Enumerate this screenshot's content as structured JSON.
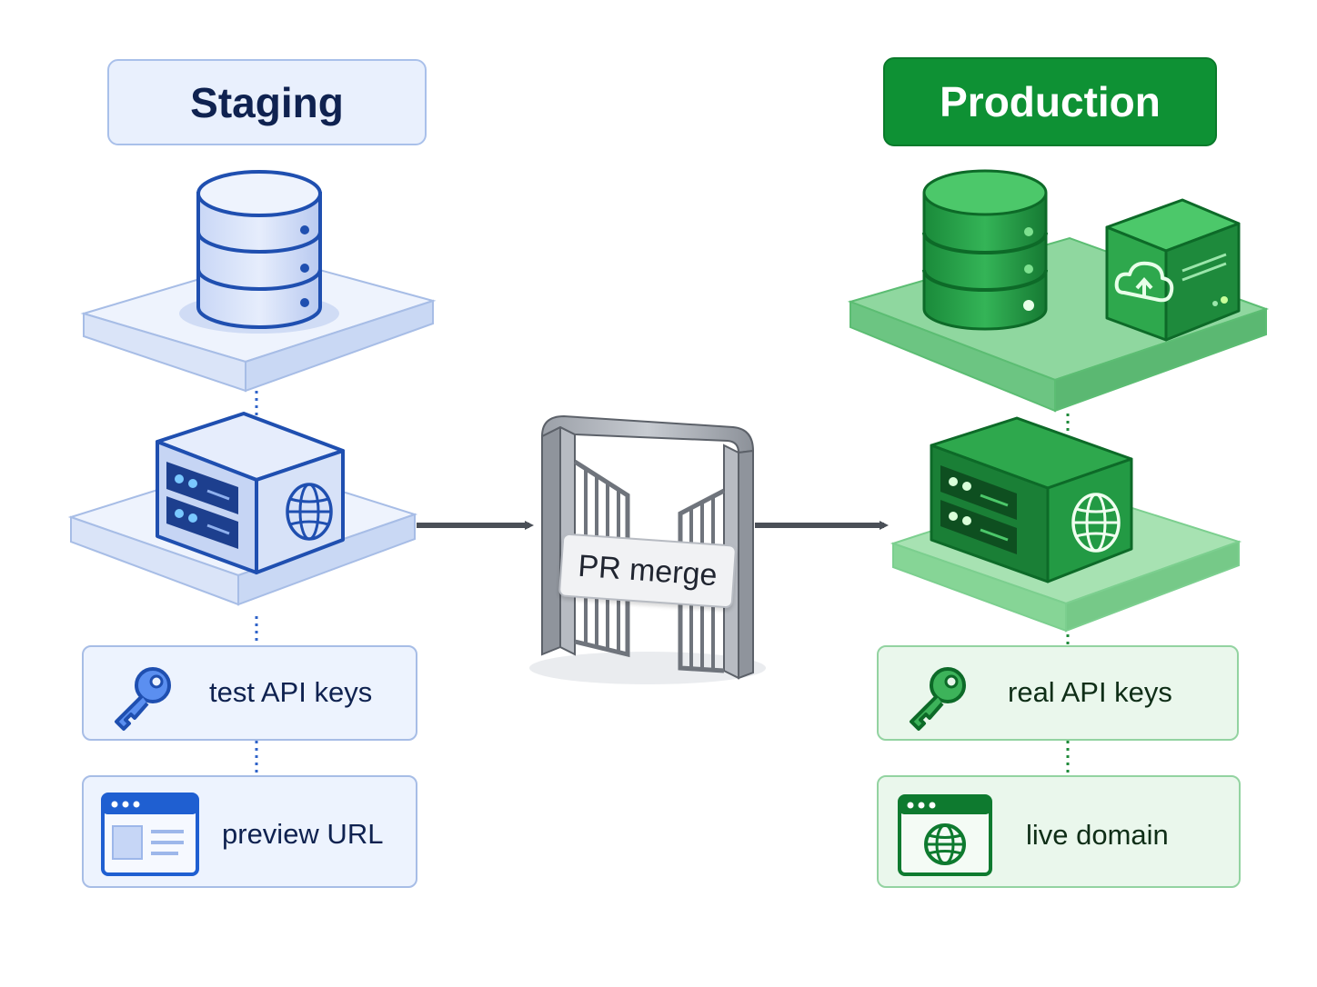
{
  "staging": {
    "title": "Staging",
    "api_keys_label": "test API keys",
    "url_label": "preview URL"
  },
  "production": {
    "title": "Production",
    "api_keys_label": "real API keys",
    "url_label": "live domain"
  },
  "gate": {
    "label": "PR merge"
  },
  "colors": {
    "staging_blue": "#2f63c9",
    "staging_light": "#e9f0fd",
    "production_green": "#0e9134",
    "production_light": "#eaf7ec",
    "arrow_gray": "#4a4f57"
  },
  "icons": {
    "staging_database": "database-icon",
    "staging_server": "server-globe-icon",
    "staging_key": "key-icon",
    "staging_browser": "browser-window-icon",
    "production_database": "database-icon",
    "production_cloud_server": "cloud-upload-server-icon",
    "production_server": "server-globe-icon",
    "production_key": "key-icon",
    "production_browser": "browser-globe-icon",
    "gate": "gate-icon"
  }
}
